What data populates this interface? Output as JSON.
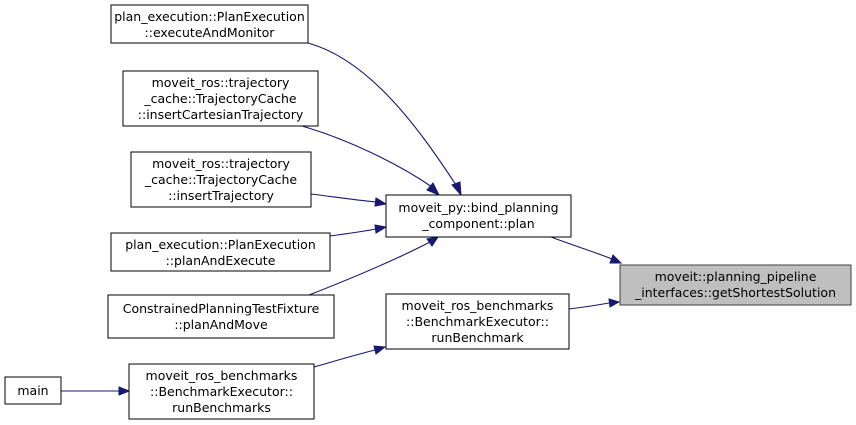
{
  "nodes": {
    "executeAndMonitor": {
      "lines": [
        "plan_execution::PlanExecution",
        "::executeAndMonitor"
      ]
    },
    "insertCartesianTrajectory": {
      "lines": [
        "moveit_ros::trajectory",
        "_cache::TrajectoryCache",
        "::insertCartesianTrajectory"
      ]
    },
    "insertTrajectory": {
      "lines": [
        "moveit_ros::trajectory",
        "_cache::TrajectoryCache",
        "::insertTrajectory"
      ]
    },
    "planAndExecute": {
      "lines": [
        "plan_execution::PlanExecution",
        "::planAndExecute"
      ]
    },
    "planAndMove": {
      "lines": [
        "ConstrainedPlanningTestFixture",
        "::planAndMove"
      ]
    },
    "main": {
      "lines": [
        "main"
      ]
    },
    "runBenchmarks": {
      "lines": [
        "moveit_ros_benchmarks",
        "::BenchmarkExecutor::",
        "runBenchmarks"
      ]
    },
    "bindPlan": {
      "lines": [
        "moveit_py::bind_planning",
        "_component::plan"
      ]
    },
    "runBenchmark": {
      "lines": [
        "moveit_ros_benchmarks",
        "::BenchmarkExecutor::",
        "runBenchmark"
      ]
    },
    "getShortestSolution": {
      "lines": [
        "moveit::planning_pipeline",
        "_interfaces::getShortestSolution"
      ]
    }
  },
  "edges": [
    {
      "from": "executeAndMonitor",
      "to": "bindPlan"
    },
    {
      "from": "insertCartesianTrajectory",
      "to": "bindPlan"
    },
    {
      "from": "insertTrajectory",
      "to": "bindPlan"
    },
    {
      "from": "planAndExecute",
      "to": "bindPlan"
    },
    {
      "from": "planAndMove",
      "to": "bindPlan"
    },
    {
      "from": "main",
      "to": "runBenchmarks"
    },
    {
      "from": "runBenchmarks",
      "to": "runBenchmark"
    },
    {
      "from": "bindPlan",
      "to": "getShortestSolution"
    },
    {
      "from": "runBenchmark",
      "to": "getShortestSolution"
    }
  ]
}
